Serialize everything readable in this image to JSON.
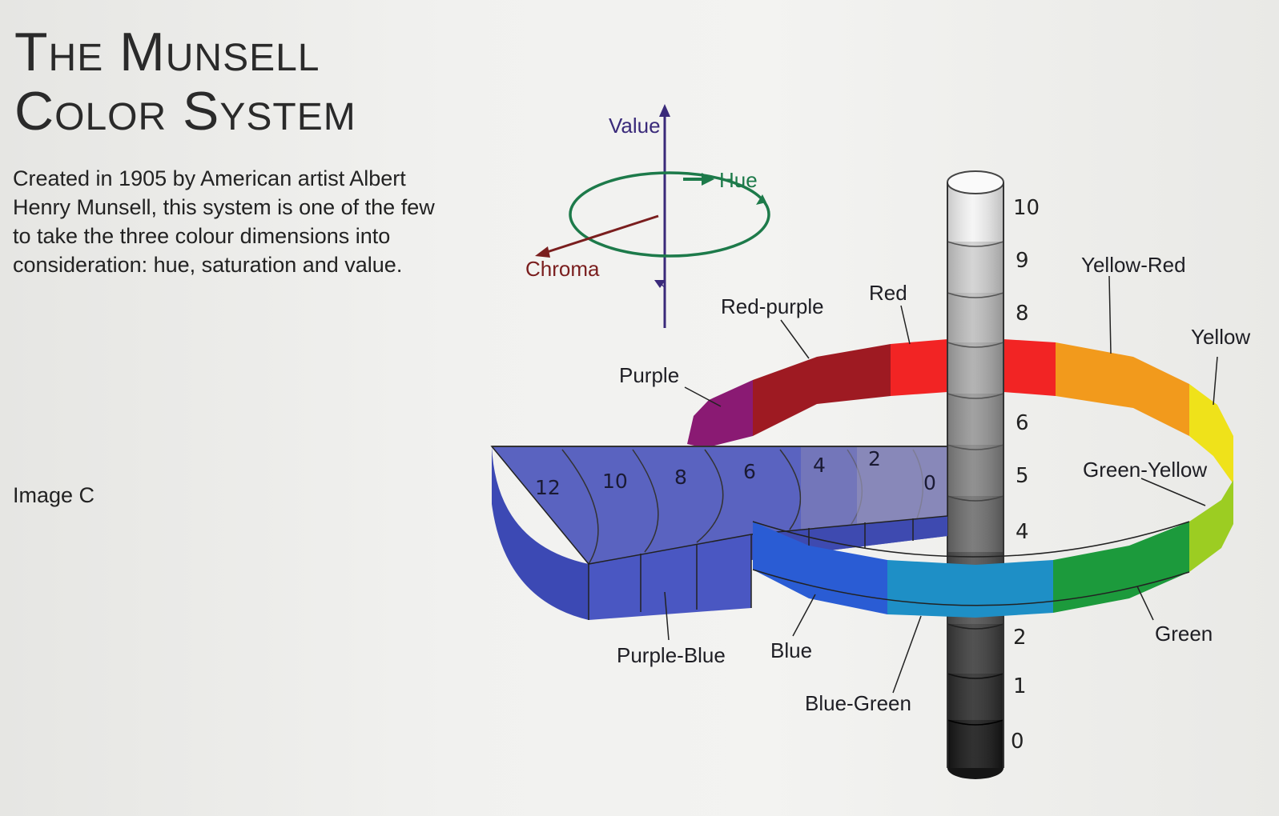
{
  "title": {
    "line1": "The Munsell",
    "line2": "Color System"
  },
  "description": "Created in 1905 by American artist Albert Henry Munsell, this system is one of the few to take the three colour dimensions into consideration: hue, saturation and value.",
  "caption": "Image C",
  "axes": {
    "value": "Value",
    "hue": "Hue",
    "chroma": "Chroma"
  },
  "value_scale": [
    "10",
    "9",
    "8",
    "6",
    "5",
    "4",
    "2",
    "1",
    "0"
  ],
  "chroma_scale": [
    "12",
    "10",
    "8",
    "6",
    "4",
    "2",
    "0"
  ],
  "hues": {
    "yellow_red": "Yellow-Red",
    "red": "Red",
    "red_purple": "Red-purple",
    "yellow": "Yellow",
    "purple": "Purple",
    "green_yellow": "Green-Yellow",
    "green": "Green",
    "purple_blue": "Purple-Blue",
    "blue": "Blue",
    "blue_green": "Blue-Green"
  },
  "colors": {
    "red": "#f22424",
    "red_purple": "#9e1a22",
    "purple": "#8a1a73",
    "yellow_red": "#f29a1c",
    "yellow": "#efe21a",
    "green_yellow": "#9ccd22",
    "green": "#1c9a3c",
    "blue_green": "#1e8fc6",
    "blue": "#2a5cd4",
    "purple_blue": "#4d5bc6",
    "hue_arrow": "#1d7a4a",
    "chroma_arrow": "#7a1e1e",
    "value_axis": "#3a2a7a"
  }
}
